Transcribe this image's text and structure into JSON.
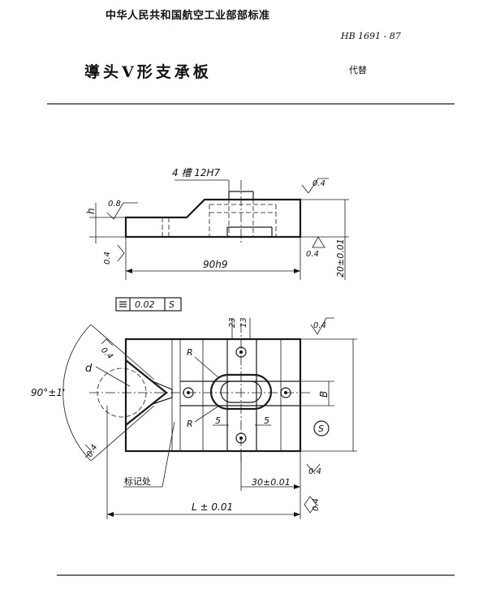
{
  "header": {
    "organization": "中华人民共和国航空工业部部标准",
    "standard_number": "HB 1691 - 87",
    "title": "導头V形支承板",
    "replaces": "代替"
  },
  "drawing": {
    "slot_label": "4 槽 12H7",
    "roughness_08": "0.8",
    "roughness_04": "0.4",
    "dim_h": "h",
    "dim_length_90": "90h9",
    "dim_height": "20±0.01",
    "symmetry_tol": "0.02",
    "symmetry_datum": "S",
    "dim_d": "d",
    "angle": "90°±1'",
    "dim_23": "23",
    "dim_13": "13",
    "radius_R": "R",
    "dim_5": "5",
    "dim_B": "B",
    "datum_S": "S",
    "offset_30": "30±0.01",
    "dim_L": "L ± 0.01",
    "engrave_note": "标记处"
  }
}
